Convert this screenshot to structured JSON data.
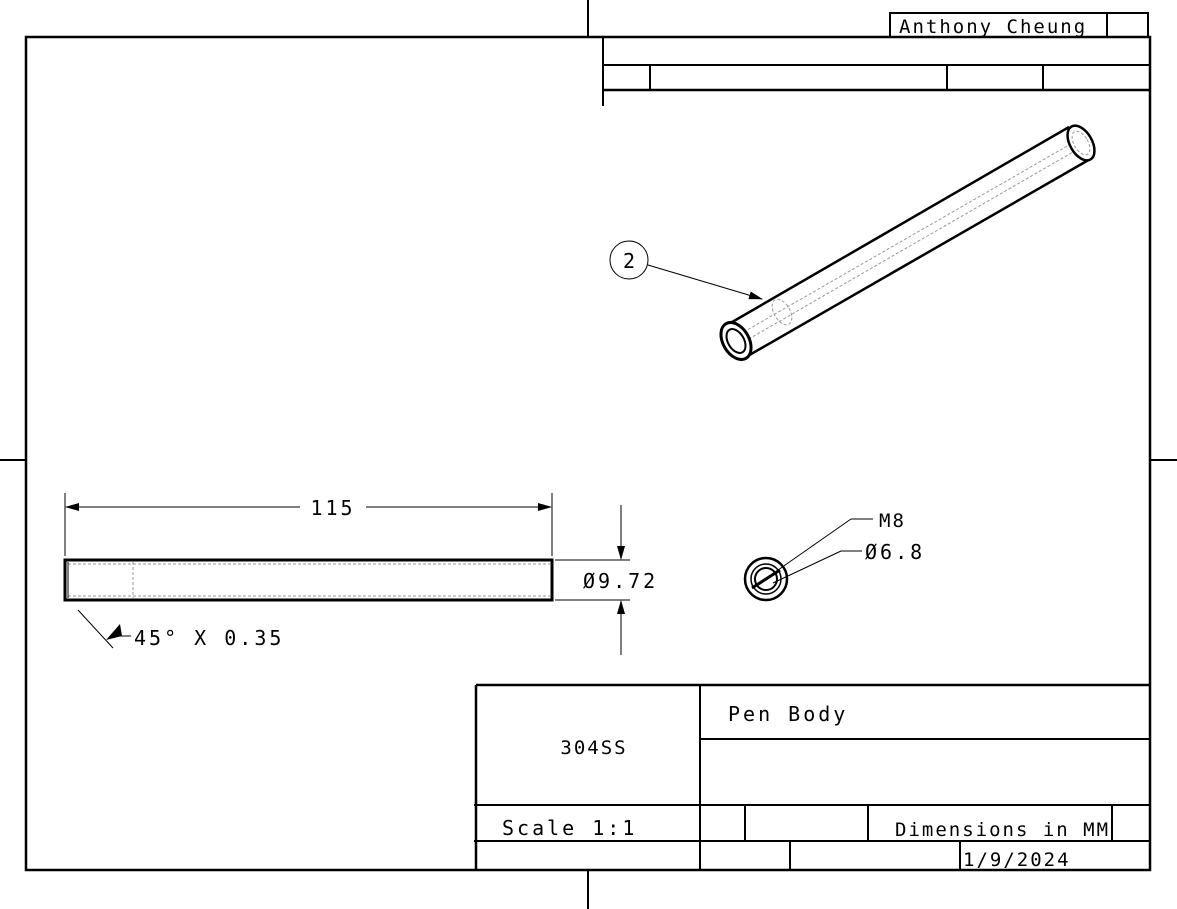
{
  "title_block": {
    "author": "Anthony Cheung",
    "part_name": "Pen Body",
    "material": "304SS",
    "scale": "Scale 1:1",
    "units": "Dimensions in MM",
    "date": "1/9/2024"
  },
  "balloon": {
    "number": "2"
  },
  "dimensions": {
    "length": "115",
    "diameter": "Ø9.72",
    "chamfer": "45° X 0.35",
    "thread": "M8",
    "inner_diameter": "Ø6.8"
  },
  "colors": {
    "line": "#000000",
    "hidden_line": "#9a9a9a",
    "background": "#ffffff"
  }
}
